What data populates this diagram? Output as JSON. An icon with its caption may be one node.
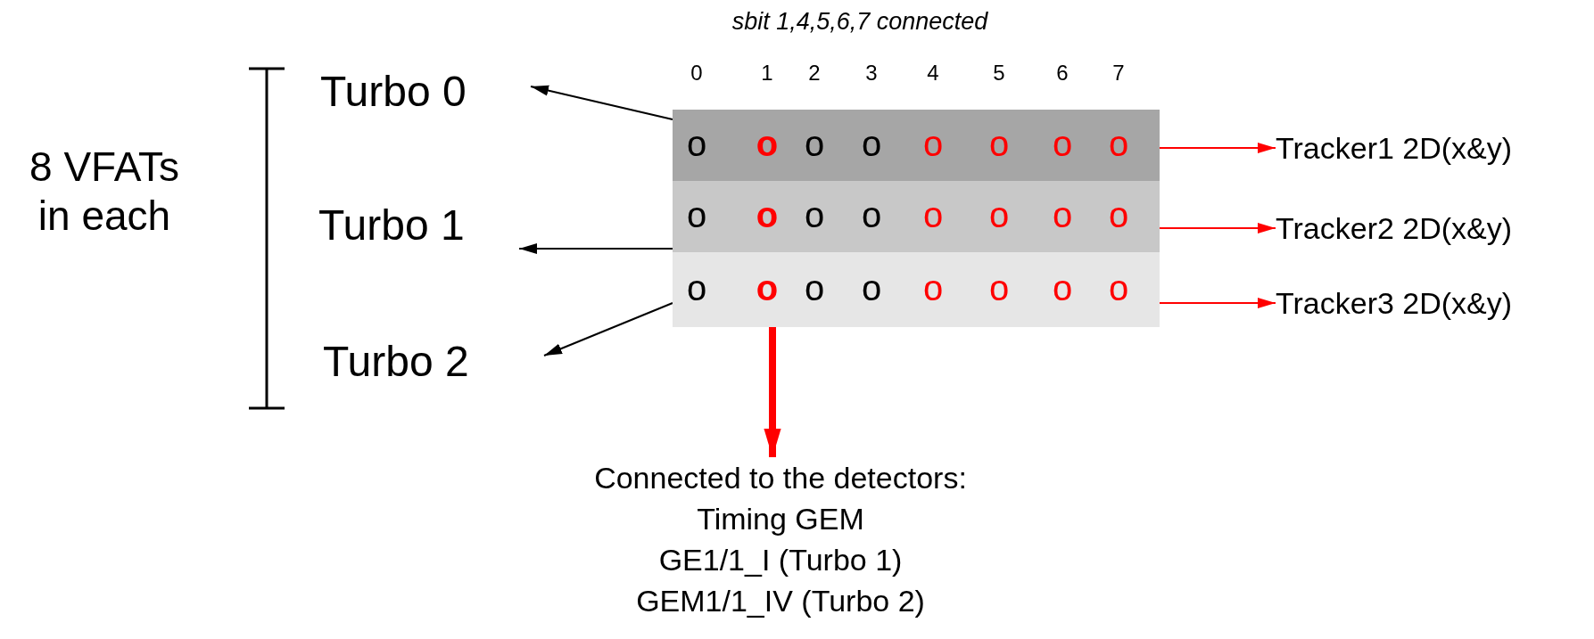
{
  "diagram": {
    "nodes": [
      {
        "text": [
          "Turbo 0"
        ]
      },
      {
        "text": [
          "Turbo 1"
        ]
      },
      {
        "text": [
          "Turbo 2"
        ]
      },
      {
        "text": [
          "o",
          "o",
          "o",
          "o",
          "o",
          "o",
          "o",
          "o"
        ]
      },
      {
        "text": [
          "o",
          "o",
          "o",
          "o",
          "o",
          "o",
          "o",
          "o"
        ]
      },
      {
        "text": [
          "o",
          "o",
          "o",
          "o",
          "o",
          "o",
          "o",
          "o"
        ]
      },
      {
        "text": [
          "Tracker1 2D(x&y)"
        ]
      },
      {
        "text": [
          "Tracker2 2D(x&y)"
        ]
      },
      {
        "text": [
          "Tracker3 2D(x&y)"
        ]
      },
      {
        "text": [
          "Connected to the detectors:",
          "Timing GEM",
          "GE1/1_I (Turbo 1)",
          "GEM1/1_IV (Turbo 2)"
        ]
      }
    ],
    "edges": [
      {
        "from": 3,
        "to": 0,
        "arrow": "to",
        "color": "#000000"
      },
      {
        "from": 4,
        "to": 1,
        "arrow": "to",
        "color": "#000000"
      },
      {
        "from": 5,
        "to": 2,
        "arrow": "to",
        "color": "#000000"
      },
      {
        "from": 3,
        "to": 6,
        "arrow": "to",
        "color": "#ff0000"
      },
      {
        "from": 4,
        "to": 7,
        "arrow": "to",
        "color": "#ff0000"
      },
      {
        "from": 5,
        "to": 8,
        "arrow": "to",
        "color": "#ff0000"
      },
      {
        "from": 5,
        "to": 9,
        "arrow": "to",
        "style": "thick",
        "color": "#ff0000"
      }
    ],
    "labels": [
      "sbit 1,4,5,6,7 connected",
      "0",
      "1",
      "2",
      "3",
      "4",
      "5",
      "6",
      "7",
      "8 VFATs in each"
    ]
  }
}
